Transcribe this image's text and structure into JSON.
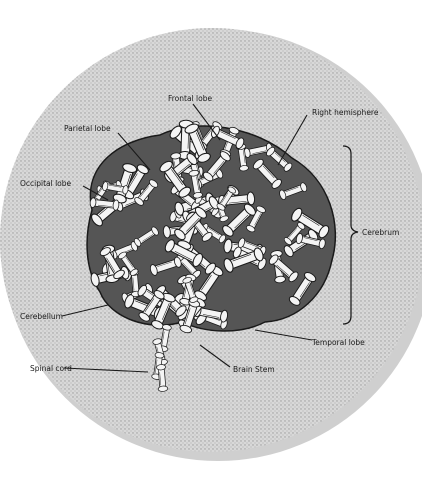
{
  "diagram": {
    "labels": {
      "frontal_lobe": "Frontal lobe",
      "right_hemisphere": "Right hemisphere",
      "parietal_lobe": "Parietal lobe",
      "occipital_lobe": "Occipital lobe",
      "cerebrum": "Cerebrum",
      "cerebellum": "Cerebellum",
      "temporal_lobe": "Temporal lobe",
      "spinal_cord": "Spinal cord",
      "brain_stem": "Brain Stem"
    },
    "icons": {
      "brain": "chess-piece-brain-illustration",
      "background": "stippled-circle"
    },
    "colors": {
      "ink": "#1a1a1a",
      "disc": "#d9d9d9",
      "disc_shadow": "#a8a8a8",
      "piece_fill": "#f4f4f4"
    }
  }
}
